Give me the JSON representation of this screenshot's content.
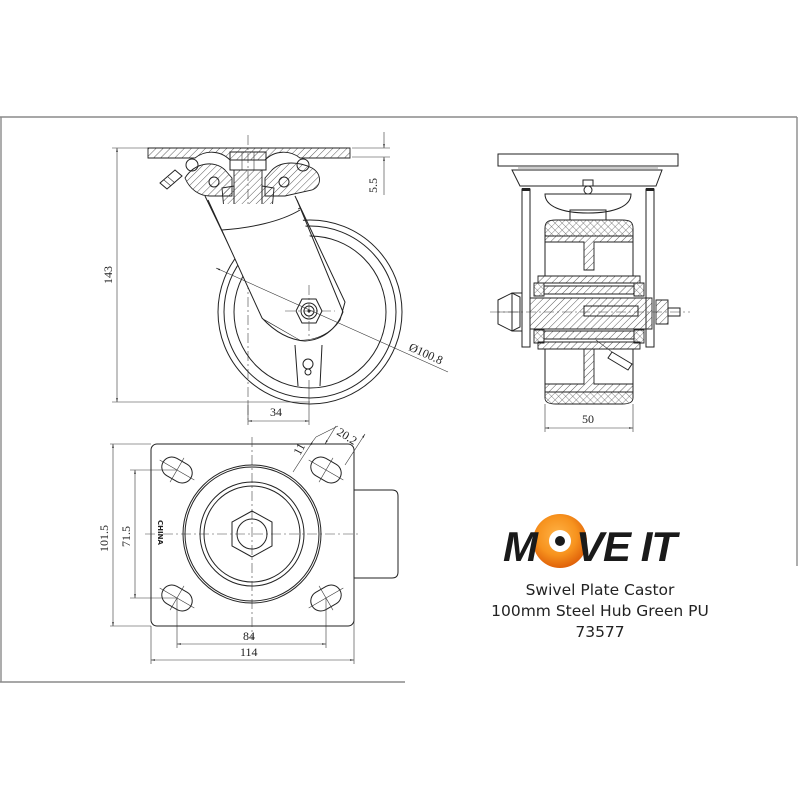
{
  "drawing": {
    "views": {
      "side_view": {
        "dimensions": {
          "overall_height": "143",
          "top_plate_thickness": "5.5",
          "wheel_diameter": "Ø100.8",
          "swivel_offset": "34"
        }
      },
      "front_view": {
        "dimensions": {
          "wheel_width": "50"
        }
      },
      "top_view": {
        "dimensions": {
          "plate_width": "114",
          "plate_length": "101.5",
          "bolt_hole_spacing_x": "84",
          "bolt_hole_spacing_y": "71.5",
          "slot_width": "11",
          "slot_length": "20.2"
        },
        "stamp_text": "CHINA"
      }
    }
  },
  "brand": {
    "logo_left": "M",
    "logo_right": "VE IT",
    "logo_colors": {
      "text": "#1a1a1a",
      "circle_outer": "#f7931e",
      "circle_inner": "#ffffff",
      "dot": "#1a1a1a"
    }
  },
  "product": {
    "title": "Swivel Plate Castor",
    "subtitle": "100mm Steel Hub Green PU",
    "code": "73577"
  }
}
